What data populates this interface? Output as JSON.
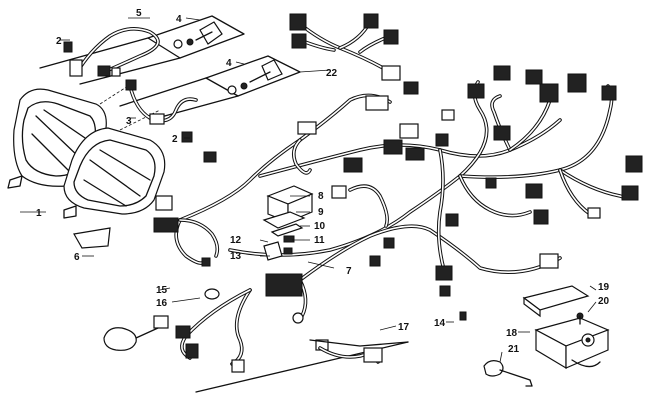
{
  "callouts": [
    {
      "id": "c1",
      "text": "1"
    },
    {
      "id": "c2a",
      "text": "2"
    },
    {
      "id": "c2b",
      "text": "2"
    },
    {
      "id": "c3",
      "text": "3"
    },
    {
      "id": "c4a",
      "text": "4"
    },
    {
      "id": "c4b",
      "text": "4"
    },
    {
      "id": "c5",
      "text": "5"
    },
    {
      "id": "c6",
      "text": "6"
    },
    {
      "id": "c7",
      "text": "7"
    },
    {
      "id": "c8",
      "text": "8"
    },
    {
      "id": "c9",
      "text": "9"
    },
    {
      "id": "c10",
      "text": "10"
    },
    {
      "id": "c11",
      "text": "11"
    },
    {
      "id": "c12",
      "text": "12"
    },
    {
      "id": "c13",
      "text": "13"
    },
    {
      "id": "c14",
      "text": "14"
    },
    {
      "id": "c15",
      "text": "15"
    },
    {
      "id": "c16",
      "text": "16"
    },
    {
      "id": "c17",
      "text": "17"
    },
    {
      "id": "c18",
      "text": "18"
    },
    {
      "id": "c19",
      "text": "19"
    },
    {
      "id": "c20",
      "text": "20"
    },
    {
      "id": "c21",
      "text": "21"
    },
    {
      "id": "c22",
      "text": "22"
    }
  ]
}
